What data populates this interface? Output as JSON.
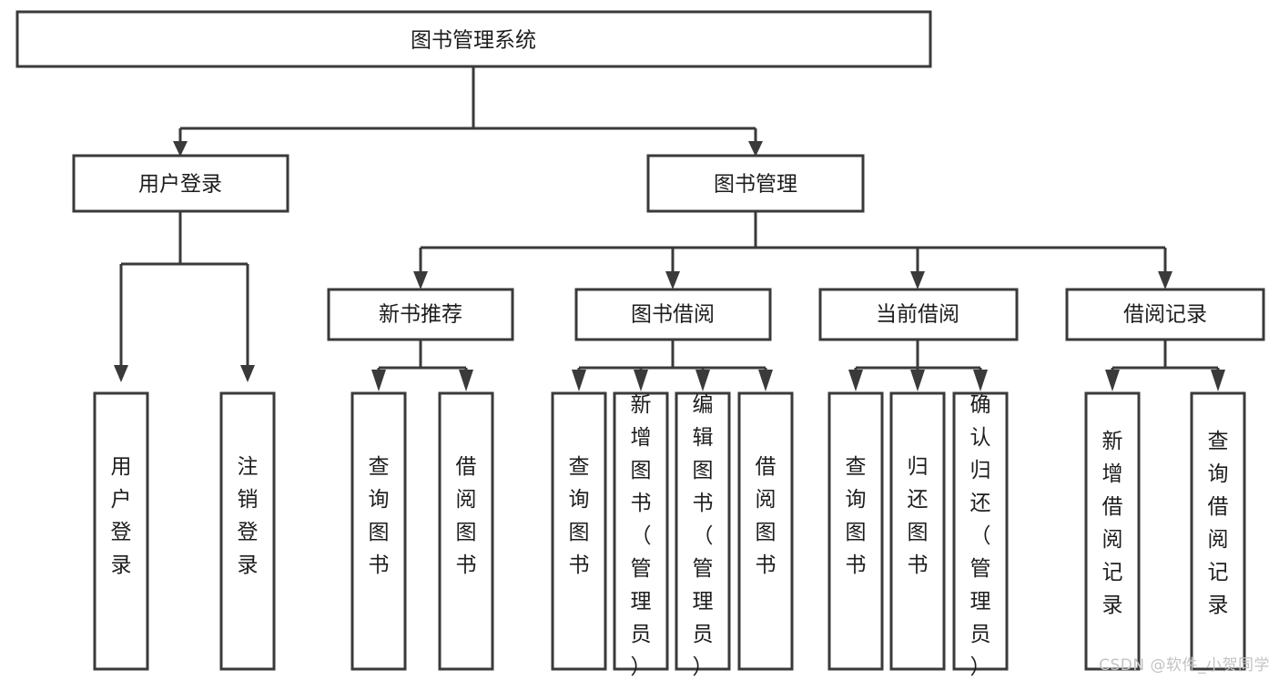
{
  "diagram": {
    "title": "图书管理系统",
    "type": "tree-hierarchy-chart",
    "colors": {
      "stroke": "#3a3a3a",
      "fill": "#ffffff",
      "text": "#1d1d1d",
      "background": "#ffffff",
      "watermark": "#c3c3c3"
    },
    "root": {
      "label": "图书管理系统"
    },
    "level1": [
      {
        "label": "用户登录"
      },
      {
        "label": "图书管理"
      }
    ],
    "level2": [
      {
        "label": "新书推荐"
      },
      {
        "label": "图书借阅"
      },
      {
        "label": "当前借阅"
      },
      {
        "label": "借阅记录"
      }
    ],
    "leaves": {
      "user_login": [
        {
          "label": "用户登录"
        },
        {
          "label": "注销登录"
        }
      ],
      "new_book": [
        {
          "label": "查询图书"
        },
        {
          "label": "借阅图书"
        }
      ],
      "book_borrow": [
        {
          "label": "查询图书"
        },
        {
          "label": "新增图书（管理员）"
        },
        {
          "label": "编辑图书（管理员）"
        },
        {
          "label": "借阅图书"
        }
      ],
      "current_borrow": [
        {
          "label": "查询图书"
        },
        {
          "label": "归还图书"
        },
        {
          "label": "确认归还（管理员）"
        }
      ],
      "borrow_record": [
        {
          "label": "新增借阅记录"
        },
        {
          "label": "查询借阅记录"
        }
      ]
    }
  },
  "watermark": {
    "text": "CSDN @软件_小贺同学"
  }
}
